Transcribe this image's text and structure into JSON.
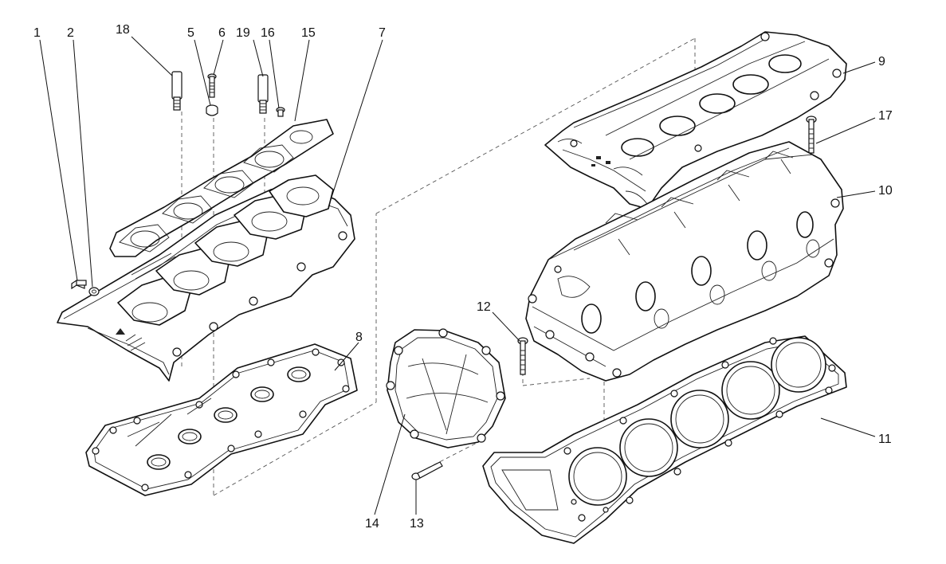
{
  "callouts": [
    {
      "id": "c1",
      "text": "1"
    },
    {
      "id": "c2",
      "text": "2"
    },
    {
      "id": "c18",
      "text": "18"
    },
    {
      "id": "c5",
      "text": "5"
    },
    {
      "id": "c6",
      "text": "6"
    },
    {
      "id": "c19",
      "text": "19"
    },
    {
      "id": "c16",
      "text": "16"
    },
    {
      "id": "c15",
      "text": "15"
    },
    {
      "id": "c7",
      "text": "7"
    },
    {
      "id": "c9",
      "text": "9"
    },
    {
      "id": "c17",
      "text": "17"
    },
    {
      "id": "c10",
      "text": "10"
    },
    {
      "id": "c12",
      "text": "12"
    },
    {
      "id": "c8",
      "text": "8"
    },
    {
      "id": "c11",
      "text": "11"
    },
    {
      "id": "c14",
      "text": "14"
    },
    {
      "id": "c13",
      "text": "13"
    }
  ]
}
